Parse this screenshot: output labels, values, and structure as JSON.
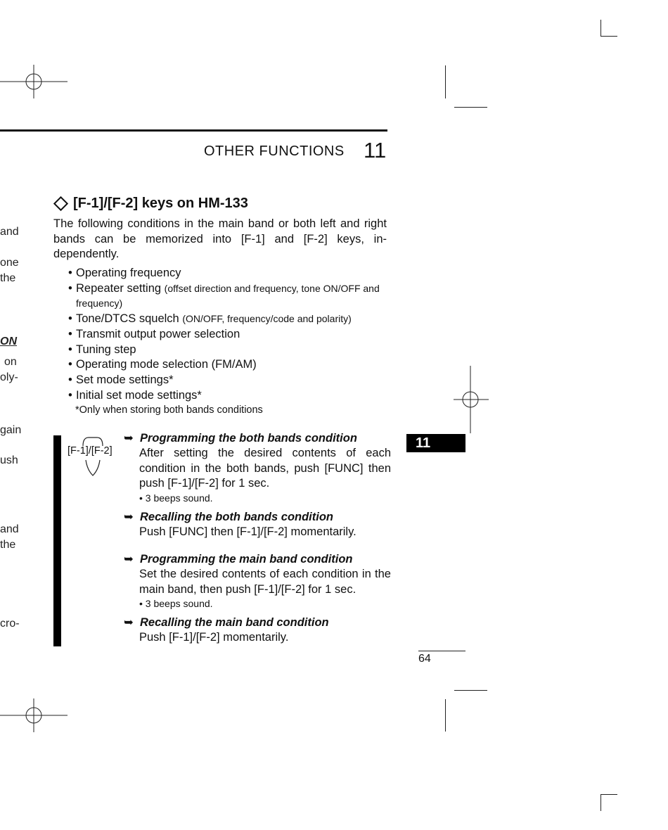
{
  "header": {
    "section_title": "OTHER FUNCTIONS",
    "chapter_number": "11"
  },
  "side_tab": {
    "label": "11"
  },
  "gutter_fragments": [
    "and",
    "one",
    "the",
    "ON",
    "on",
    "oly-",
    "gain",
    "ush",
    "and",
    "the",
    "cro-"
  ],
  "section": {
    "heading": "[F-1]/[F-2] keys on HM-133",
    "intro": "The following conditions in the main band or both left and right bands can be memorized into [F-1] and [F-2] keys, in-dependently.",
    "bullets": [
      {
        "main": "Operating frequency",
        "detail": ""
      },
      {
        "main": "Repeater setting",
        "detail": "(offset direction and frequency, tone ON/OFF and frequency)"
      },
      {
        "main": "Tone/DTCS squelch",
        "detail": "(ON/OFF, frequency/code and polarity)"
      },
      {
        "main": "Transmit output power selection",
        "detail": ""
      },
      {
        "main": "Tuning step",
        "detail": ""
      },
      {
        "main": "Operating mode selection (FM/AM)",
        "detail": ""
      },
      {
        "main": "Set mode settings*",
        "detail": ""
      },
      {
        "main": "Initial set mode settings*",
        "detail": ""
      }
    ],
    "footnote": "*Only when storing both bands conditions"
  },
  "mic_label": "[F-1]/[F-2]",
  "instructions": [
    {
      "arrow": "➥",
      "title": "Programming the both bands condition",
      "body": "After setting the desired contents of each condition in the both bands, push [FUNC] then push [F-1]/[F-2] for 1 sec.",
      "note": "• 3 beeps sound."
    },
    {
      "arrow": "➥",
      "title": "Recalling the both bands condition",
      "body": "Push [FUNC] then [F-1]/[F-2] momentarily.",
      "note": ""
    },
    {
      "arrow": "➥",
      "title": "Programming the main band condition",
      "body": "Set the desired contents of each condition in the main band, then push [F-1]/[F-2] for 1 sec.",
      "note": "• 3 beeps sound."
    },
    {
      "arrow": "➥",
      "title": "Recalling the main band condition",
      "body": "Push [F-1]/[F-2] momentarily.",
      "note": ""
    }
  ],
  "page_number": "64"
}
